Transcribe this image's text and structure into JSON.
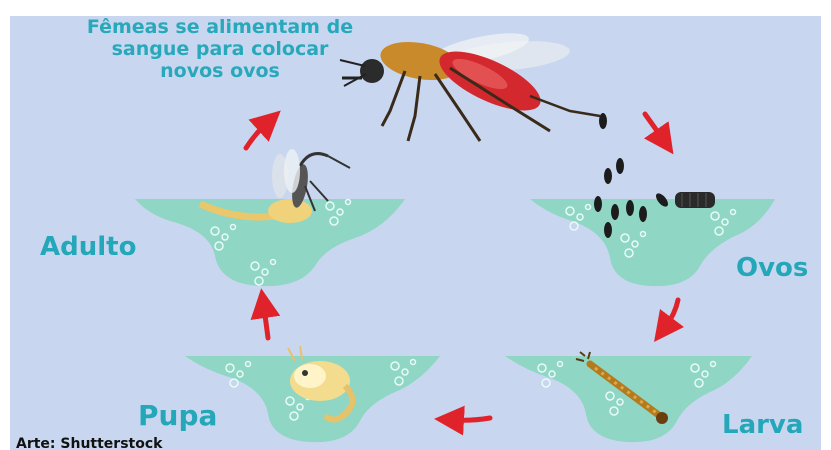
{
  "caption": "Fêmeas se alimentam de sangue para colocar novos ovos",
  "stages": {
    "adulto": "Adulto",
    "ovos": "Ovos",
    "larva": "Larva",
    "pupa": "Pupa"
  },
  "credit": "Arte: Shutterstock",
  "colors": {
    "background": "#c8d7ef",
    "water": "#8fd6c4",
    "label": "#23a7b9",
    "arrow": "#e0232b"
  },
  "icons": [
    "mosquito-icon",
    "eggs-icon",
    "larva-icon",
    "pupa-icon",
    "emerging-adult-icon"
  ]
}
